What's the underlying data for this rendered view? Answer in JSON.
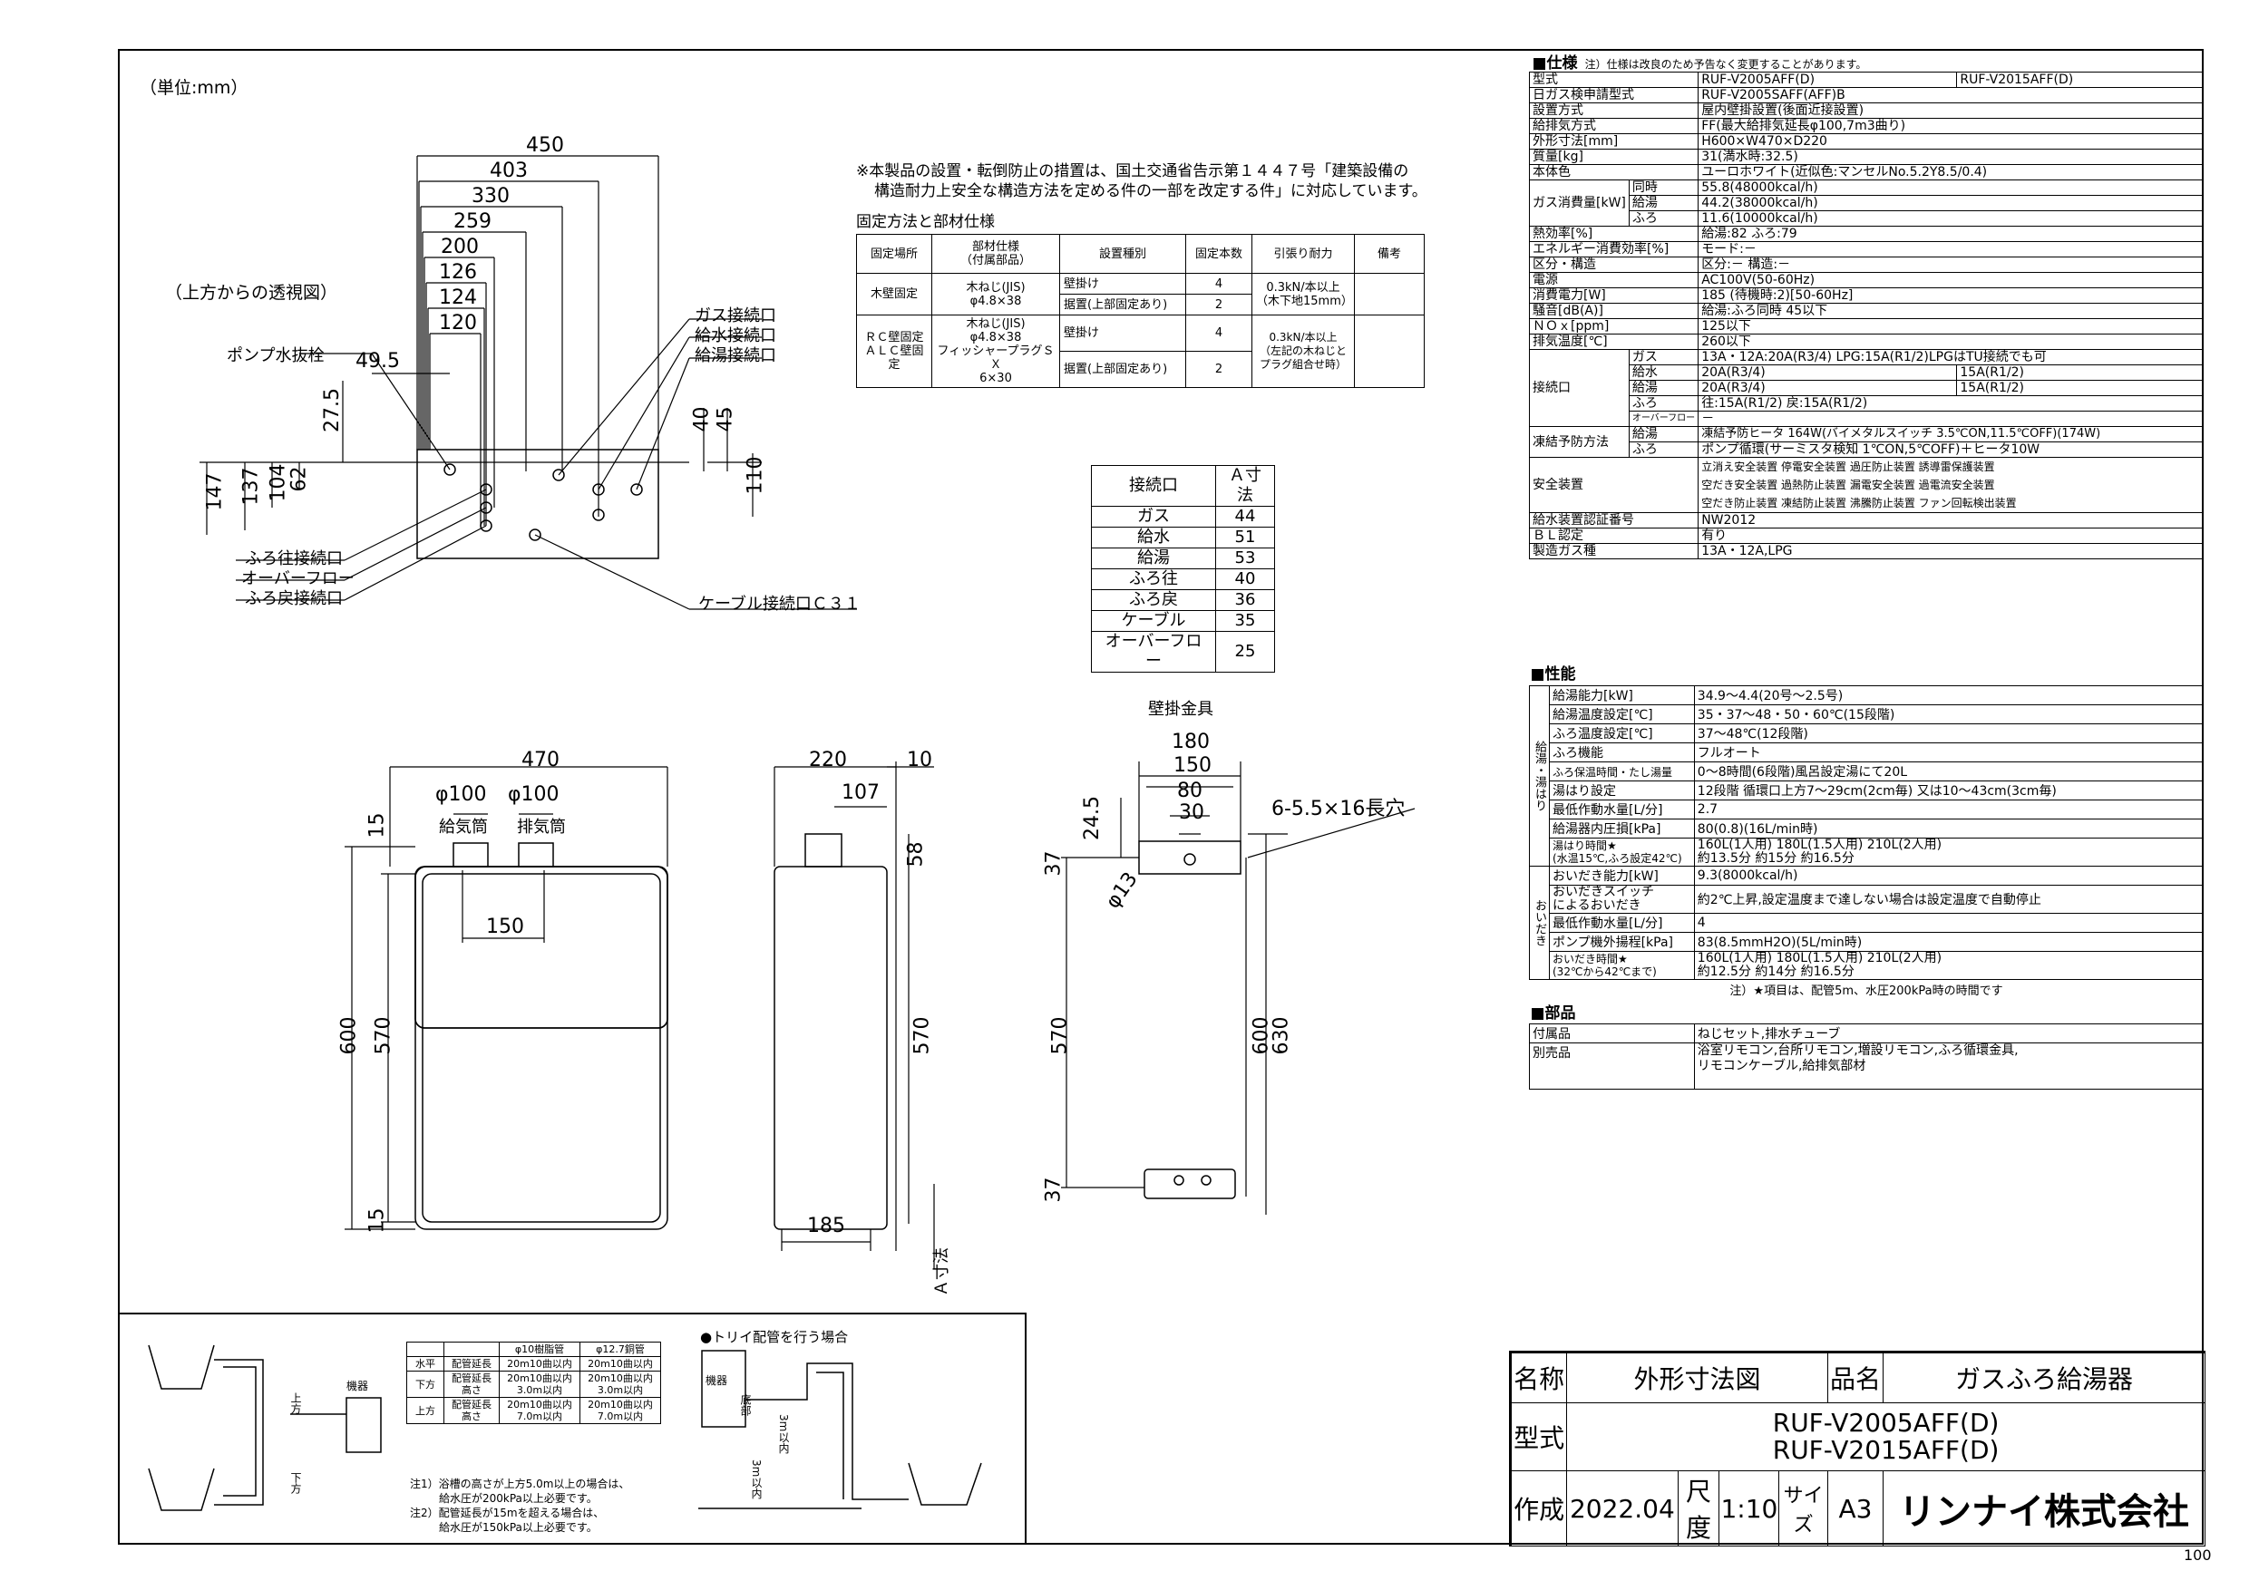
{
  "unit_note": "（単位:mm）",
  "top_view_label": "（上方からの透視図）",
  "top_dims": [
    "450",
    "403",
    "330",
    "259",
    "200",
    "126",
    "124",
    "120",
    "49.5",
    "27.5",
    "147",
    "137",
    "104",
    "62",
    "40",
    "45",
    "110"
  ],
  "top_labels": {
    "pump_drain": "ポンプ水抜栓",
    "gas": "ガス接続口",
    "water_in": "給水接続口",
    "hot_out": "給湯接続口",
    "bath_out": "ふろ往接続口",
    "overflow": "オーバーフロー",
    "bath_return": "ふろ戻接続口",
    "cable": "ケーブル接続口Ｃ３１"
  },
  "note_install": [
    "※本製品の設置・転倒防止の措置は、国土交通省告示第１４４７号「建築設備の",
    "構造耐力上安全な構造方法を定める件の一部を改定する件」に対応しています。"
  ],
  "fix_title": "固定方法と部材仕様",
  "fix_table": {
    "headers": [
      "固定場所",
      "部材仕様\n（付属部品）",
      "設置種別",
      "固定本数",
      "引張り耐力",
      "備考"
    ],
    "rows": [
      [
        "木壁固定",
        "木ねじ(JIS)\nφ4.8×38",
        "壁掛け",
        "4",
        "0.3kN/本以上\n（木下地15mm）"
      ],
      [
        "",
        "",
        "据置(上部固定あり)",
        "2",
        ""
      ],
      [
        "ＲＣ壁固定\nＡＬＣ壁固定",
        "木ねじ(JIS)\nφ4.8×38\nフィッシャープラグＳＸ\n6×30",
        "壁掛け",
        "4",
        "0.3kN/本以上\n（左記の木ねじと\nプラグ組合せ時）"
      ],
      [
        "",
        "",
        "据置(上部固定あり)",
        "2",
        ""
      ]
    ]
  },
  "a_table": {
    "headers": [
      "接続口",
      "Ａ寸法"
    ],
    "rows": [
      [
        "ガス",
        "44"
      ],
      [
        "給水",
        "51"
      ],
      [
        "給湯",
        "53"
      ],
      [
        "ふろ往",
        "40"
      ],
      [
        "ふろ戻",
        "36"
      ],
      [
        "ケーブル",
        "35"
      ],
      [
        "オーバーフロー",
        "25"
      ]
    ]
  },
  "front": {
    "dims": [
      "470",
      "φ100",
      "φ100",
      "15",
      "150",
      "600",
      "570",
      "15"
    ],
    "labels": [
      "給気筒",
      "排気筒"
    ]
  },
  "side": {
    "dims": [
      "220",
      "10",
      "107",
      "58",
      "570",
      "185"
    ],
    "a_label": "Ａ寸法"
  },
  "bracket": {
    "title": "壁掛金具",
    "dims": [
      "180",
      "150",
      "80",
      "30",
      "24.5",
      "37",
      "φ13",
      "600",
      "630",
      "570",
      "37"
    ],
    "hole": "6-5.5×16長穴"
  },
  "spec": {
    "title": "■仕様",
    "note": "注）仕様は改良のため予告なく変更することがあります。",
    "rows": [
      [
        "型式",
        "RUF-V2005AFF(D)",
        "RUF-V2015AFF(D)"
      ],
      [
        "日ガス検申請型式",
        "RUF-V2005SAFF(AFF)B"
      ],
      [
        "設置方式",
        "屋内壁掛設置(後面近接設置)"
      ],
      [
        "給排気方式",
        "FF(最大給排気延長φ100,7m3曲り)"
      ],
      [
        "外形寸法[mm]",
        "H600×W470×D220"
      ],
      [
        "質量[kg]",
        "31(満水時:32.5)"
      ],
      [
        "本体色",
        "ユーロホワイト(近似色:マンセルNo.5.2Y8.5/0.4)"
      ]
    ],
    "gas_label": "ガス消費量[kW]",
    "gas_rows": [
      [
        "同時",
        "55.8(48000kcal/h)"
      ],
      [
        "給湯",
        "44.2(38000kcal/h)"
      ],
      [
        "ふろ",
        "11.6(10000kcal/h)"
      ]
    ],
    "rows2": [
      [
        "熱効率[%]",
        "給湯:82 ふろ:79"
      ],
      [
        "エネルギー消費効率[%]",
        "モード:－"
      ],
      [
        "区分・構造",
        "区分:－ 構造:－"
      ],
      [
        "電源",
        "AC100V(50-60Hz)"
      ],
      [
        "消費電力[W]",
        "185 (待機時:2)[50-60Hz]"
      ],
      [
        "騒音[dB(A)]",
        "給湯:ふろ同時 45以下"
      ],
      [
        "ＮＯｘ[ppm]",
        "125以下"
      ],
      [
        "排気温度[℃]",
        "260以下"
      ]
    ],
    "conn_label": "接続口",
    "conn_rows": [
      [
        "ガス",
        "13A・12A:20A(R3/4) LPG:15A(R1/2)LPGはTU接続でも可",
        ""
      ],
      [
        "給水",
        "20A(R3/4)",
        "15A(R1/2)"
      ],
      [
        "給湯",
        "20A(R3/4)",
        "15A(R1/2)"
      ],
      [
        "ふろ",
        "往:15A(R1/2) 戻:15A(R1/2)",
        ""
      ],
      [
        "オーバーフロー",
        "－",
        ""
      ]
    ],
    "freeze_label": "凍結予防方法",
    "freeze_rows": [
      [
        "給湯",
        "凍結予防ヒータ 164W(バイメタルスイッチ 3.5℃ON,11.5℃OFF)(174W)"
      ],
      [
        "ふろ",
        "ポンプ循環(サーミスタ検知 1℃ON,5℃OFF)＋ヒータ10W"
      ]
    ],
    "safety_label": "安全装置",
    "safety_lines": [
      "立消え安全装置 停電安全装置 過圧防止装置 誘導雷保護装置",
      "空だき安全装置 過熱防止装置 漏電安全装置 過電流安全装置",
      "空だき防止装置 凍結防止装置 沸騰防止装置 ファン回転検出装置"
    ],
    "rows3": [
      [
        "給水装置認証番号",
        "NW2012"
      ],
      [
        "ＢＬ認定",
        "有り"
      ],
      [
        "製造ガス種",
        "13A・12A,LPG"
      ]
    ],
    "perf_title": "■性能",
    "perf_side1": "給湯・湯はり",
    "perf_rows1": [
      [
        "給湯能力[kW]",
        "34.9～4.4(20号～2.5号)"
      ],
      [
        "給湯温度設定[℃]",
        "35・37～48・50・60℃(15段階)"
      ],
      [
        "ふろ温度設定[℃]",
        "37～48℃(12段階)"
      ],
      [
        "ふろ機能",
        "フルオート"
      ],
      [
        "ふろ保温時間・たし湯量",
        "0～8時間(6段階)風呂設定湯にて20L"
      ],
      [
        "湯はり設定",
        "12段階 循環口上方7～29cm(2cm毎) 又は10～43cm(3cm毎)"
      ],
      [
        "最低作動水量[L/分]",
        "2.7"
      ],
      [
        "給湯器内圧損[kPa]",
        "80(0.8)(16L/min時)"
      ],
      [
        "湯はり時間★\n(水温15℃,ふろ設定42℃)",
        "160L(1人用) 180L(1.5人用) 210L(2人用)\n約13.5分 約15分 約16.5分"
      ]
    ],
    "perf_side2": "おいだき",
    "perf_rows2": [
      [
        "おいだき能力[kW]",
        "9.3(8000kcal/h)"
      ],
      [
        "おいだきスイッチ\nによるおいだき",
        "約2℃上昇,設定温度まで達しない場合は設定温度で自動停止"
      ],
      [
        "最低作動水量[L/分]",
        "4"
      ],
      [
        "ポンプ機外揚程[kPa]",
        "83(8.5mmH2O)(5L/min時)"
      ],
      [
        "おいだき時間★\n(32℃から42℃まで)",
        "160L(1人用) 180L(1.5人用) 210L(2人用)\n約12.5分 約14分 約16.5分"
      ]
    ],
    "perf_note": "注）★項目は、配管5m、水圧200kPa時の時間です",
    "parts_title": "■部品",
    "parts_rows": [
      [
        "付属品",
        "ねじセット,排水チューブ"
      ],
      [
        "別売品",
        "浴室リモコン,台所リモコン,増設リモコン,ふろ循環金具,\nリモコンケーブル,給排気部材"
      ]
    ]
  },
  "pipe_table": {
    "headers": [
      "",
      "",
      "φ10樹脂管",
      "φ12.7銅管"
    ],
    "rows": [
      [
        "水平",
        "配管延長",
        "20m10曲以内",
        "20m10曲以内"
      ],
      [
        "下方",
        "配管延長\n高さ",
        "20m10曲以内\n3.0m以内",
        "20m10曲以内\n3.0m以内"
      ],
      [
        "上方",
        "配管延長\n高さ",
        "20m10曲以内\n7.0m以内",
        "20m10曲以内\n7.0m以内"
      ]
    ],
    "notes": [
      "注1）浴槽の高さが上方5.0m以上の場合は、",
      "給水圧が200kPa以上必要です。",
      "注2）配管延長が15mを超える場合は、",
      "給水圧が150kPa以上必要です。"
    ],
    "device": "機器",
    "up": "上方",
    "down": "下方"
  },
  "trap": {
    "title": "●トリイ配管を行う場合",
    "device": "機器",
    "bottom": "底部",
    "h1": "3m以内",
    "h2": "3m以内"
  },
  "titleblock": {
    "name_label": "名称",
    "name": "外形寸法図",
    "product_label": "品名",
    "product": "ガスふろ給湯器",
    "model_label": "型式",
    "model1": "RUF-V2005AFF(D)",
    "model2": "RUF-V2015AFF(D)",
    "made_label": "作成",
    "date": "2022.04",
    "scale_label": "尺度",
    "scale": "1:10",
    "size_label": "サイズ",
    "size": "A3",
    "company": "リンナイ株式会社"
  },
  "page_no": "100"
}
